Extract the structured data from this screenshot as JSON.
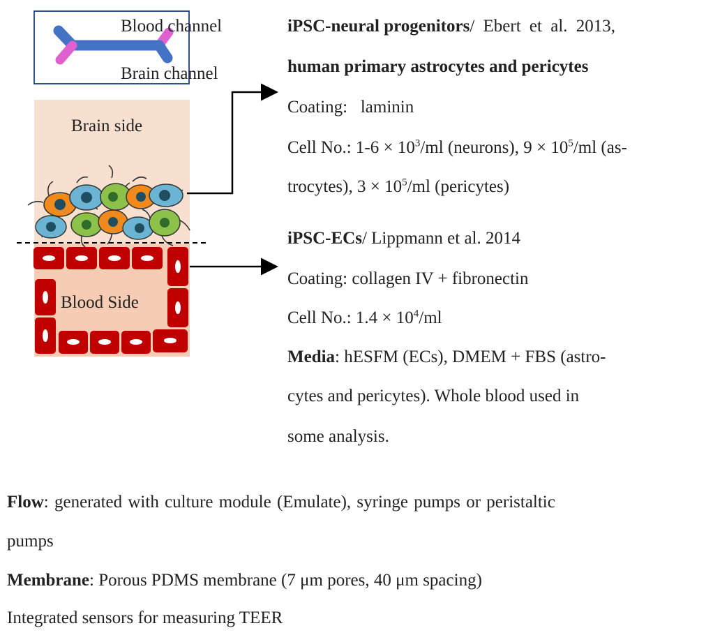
{
  "figure": {
    "schema_labels": {
      "blood_channel": "Blood channel",
      "brain_channel": "Brain channel"
    },
    "side_labels": {
      "brain_side": "Brain side",
      "blood_side": "Blood Side"
    },
    "upper_block": {
      "line1_bold": "iPSC-neural progenitors",
      "line1_rest": "/ Ebert et al. 2013,",
      "line2_bold": "human primary astrocytes and pericytes",
      "line3": "Coating:   laminin",
      "line4_a": "Cell No.: 1-6 × 10",
      "line4_sup1": "3",
      "line4_b": "/ml (neurons), 9 × 10",
      "line4_sup2": "5",
      "line4_c": "/ml (as-",
      "line5_a": "trocytes), 3 × 10",
      "line5_sup": "5",
      "line5_b": "/ml (pericytes)"
    },
    "lower_block": {
      "line1_bold": "iPSC-ECs",
      "line1_rest": "/ Lippmann et al. 2014",
      "line2": "Coating: collagen IV + fibronectin",
      "line3_a": "Cell No.: 1.4 × 10",
      "line3_sup": "4",
      "line3_b": "/ml",
      "line4_bold": "Media",
      "line4_rest": ": hESFM (ECs), DMEM + FBS (astro-",
      "line5": "cytes and pericytes). Whole blood used in",
      "line6": "some analysis."
    },
    "bottom_block": {
      "flow_bold": "Flow",
      "flow_rest": ": generated with culture module (Emulate), syringe pumps or peristaltic",
      "flow_cont": "pumps",
      "membrane_bold": "Membrane",
      "membrane_rest": ": Porous PDMS membrane (7 μm pores, 40 μm spacing)",
      "sensors": "Integrated sensors for measuring TEER"
    },
    "colors": {
      "brain_side_fill": "#f8e0d0",
      "blood_side_fill": "#f6cdb4",
      "endothelial_red": "#c00000",
      "channel_blue": "#4472c4",
      "channel_magenta": "#e060d0",
      "box_border": "#2f4f8f",
      "astrocyte_green": "#8cc24a",
      "neuron_orange": "#f08a1c",
      "pericyte_blue": "#6cb4d4"
    }
  }
}
